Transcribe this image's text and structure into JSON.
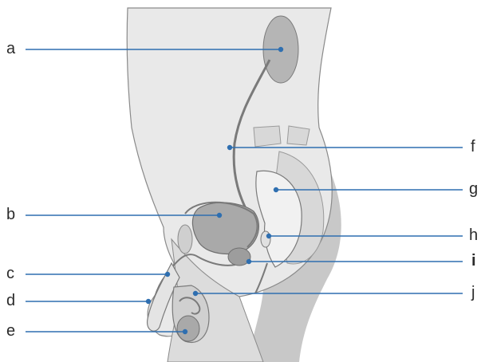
{
  "labels": [
    {
      "id": "a",
      "text": "a",
      "bold": false
    },
    {
      "id": "b",
      "text": "b",
      "bold": false
    },
    {
      "id": "c",
      "text": "c",
      "bold": false
    },
    {
      "id": "d",
      "text": "d",
      "bold": false
    },
    {
      "id": "e",
      "text": "e",
      "bold": false
    },
    {
      "id": "f",
      "text": "f",
      "bold": false
    },
    {
      "id": "g",
      "text": "g",
      "bold": false
    },
    {
      "id": "h",
      "text": "h",
      "bold": false
    },
    {
      "id": "i",
      "text": "i",
      "bold": true
    },
    {
      "id": "j",
      "text": "j",
      "bold": false
    }
  ],
  "colors": {
    "leader_line": "#2f6fb0",
    "body_fill": "#e9e9e9",
    "body_outline": "#8a8a8a",
    "shadow": "#9a9a9a",
    "organ": "#bdbdbd",
    "organ_dark": "#9d9d9d",
    "bone": "#d8d8d8"
  }
}
